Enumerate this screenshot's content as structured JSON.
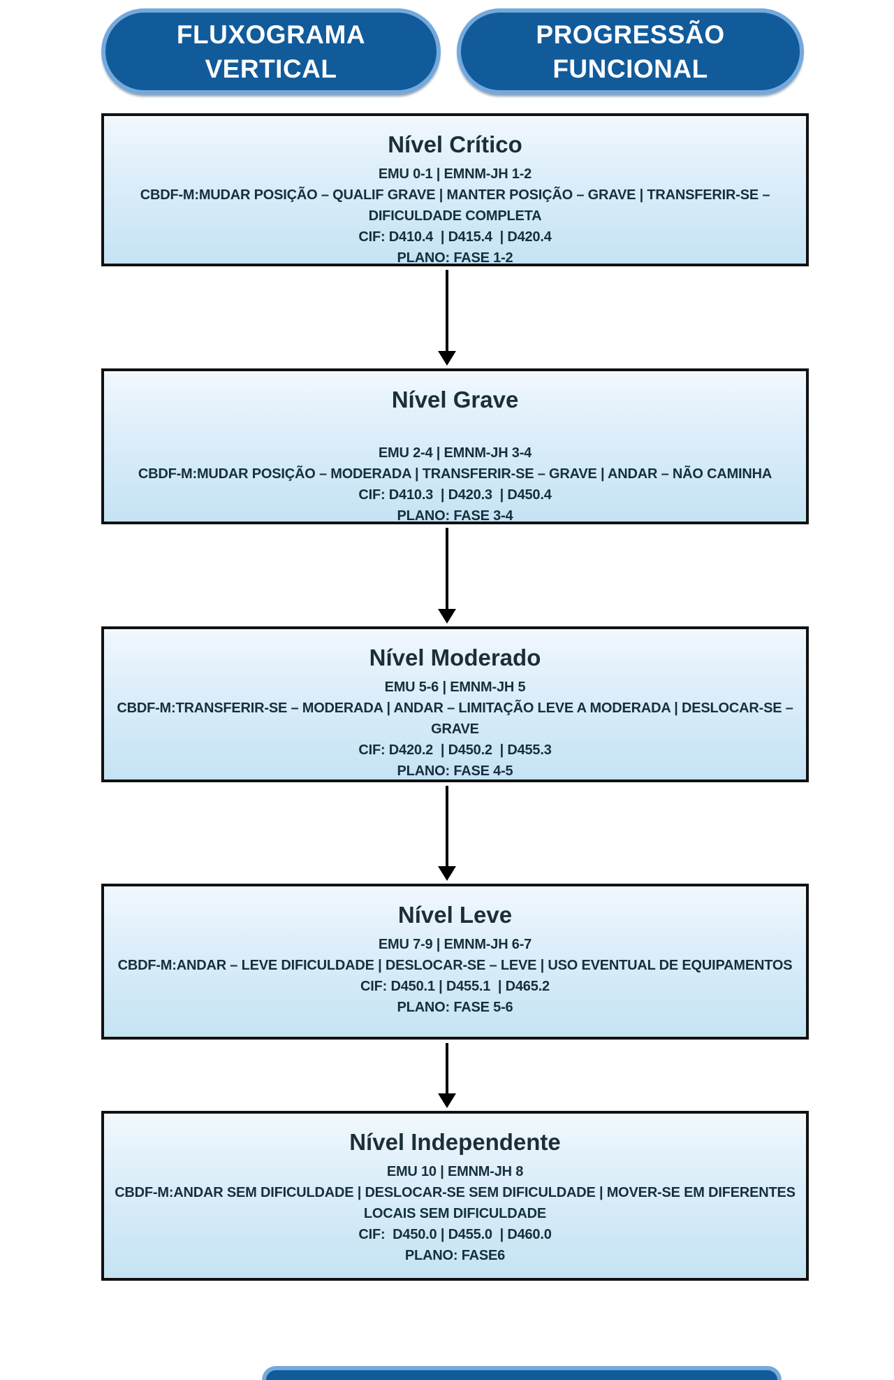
{
  "header": {
    "pills": [
      {
        "line1": "FLUXOGRAMA",
        "line2": "VERTICAL"
      },
      {
        "line1": "PROGRESSÃO",
        "line2": "FUNCIONAL"
      }
    ],
    "fill_color": "#115b9b",
    "border_color": "#74a9dc",
    "text_color": "#ffffff"
  },
  "flowchart": {
    "box_border_color": "#111111",
    "box_bg_top": "#f1f8fd",
    "box_bg_bottom": "#c5e3f4",
    "text_color": "#15303c",
    "arrow_color": "#000000",
    "nodes": [
      {
        "title": "Nível Crítico",
        "lines": [
          "EMU 0-1 | EMNM-JH 1-2",
          "CBDF-M:MUDAR POSIÇÃO – QUALIF GRAVE | MANTER POSIÇÃO – GRAVE | TRANSFERIR-SE – DIFICULDADE COMPLETA",
          "CIF: D410.4  | D415.4  | D420.4",
          "PLANO: FASE 1-2"
        ]
      },
      {
        "title": "Nível Grave",
        "lines": [
          "EMU 2-4 | EMNM-JH 3-4",
          "CBDF-M:MUDAR POSIÇÃO – MODERADA | TRANSFERIR-SE – GRAVE | ANDAR – NÃO CAMINHA",
          "CIF: D410.3  | D420.3  | D450.4",
          "PLANO: FASE 3-4"
        ]
      },
      {
        "title": "Nível Moderado",
        "lines": [
          "EMU 5-6 | EMNM-JH 5",
          "CBDF-M:TRANSFERIR-SE – MODERADA | ANDAR – LIMITAÇÃO LEVE A MODERADA | DESLOCAR-SE – GRAVE",
          "CIF: D420.2  | D450.2  | D455.3",
          "PLANO: FASE 4-5"
        ]
      },
      {
        "title": "Nível Leve",
        "lines": [
          "EMU 7-9 | EMNM-JH 6-7",
          "CBDF-M:ANDAR – LEVE DIFICULDADE | DESLOCAR-SE – LEVE | USO EVENTUAL DE EQUIPAMENTOS",
          "CIF: D450.1 | D455.1  | D465.2",
          "PLANO: FASE 5-6"
        ]
      },
      {
        "title": "Nível Independente",
        "lines": [
          "EMU 10 | EMNM-JH 8",
          "CBDF-M:ANDAR SEM DIFICULDADE | DESLOCAR-SE SEM DIFICULDADE | MOVER-SE EM DIFERENTES LOCAIS SEM DIFICULDADE",
          "CIF:  D450.0 | D455.0  | D460.0",
          "PLANO: FASE6"
        ]
      }
    ]
  }
}
